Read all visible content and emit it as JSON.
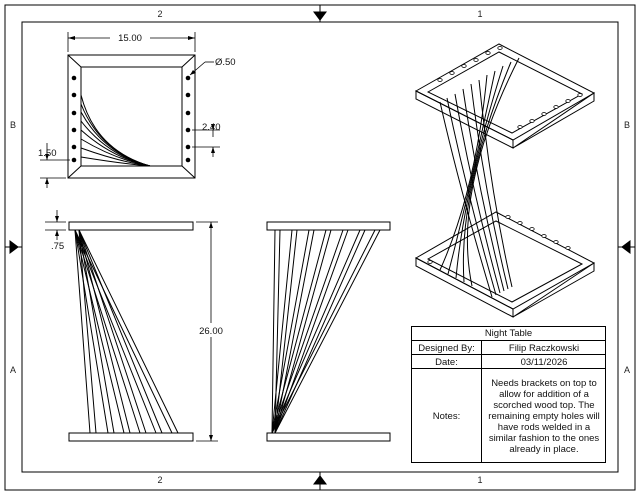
{
  "border": {
    "top_zones": [
      "2",
      "1"
    ],
    "bottom_zones": [
      "2",
      "1"
    ],
    "side_zones": [
      "B",
      "A"
    ]
  },
  "dimensions": {
    "width": "15.00",
    "hole_dia": "Ø.50",
    "hole_spacing": "2.40",
    "bottom_offset": "1.50",
    "frame_thickness": ".75",
    "height": "26.00"
  },
  "title_block": {
    "title": "Night Table",
    "designed_by_label": "Designed By:",
    "designed_by": "Filip Raczkowski",
    "date_label": "Date:",
    "date": "03/11/2026",
    "notes_label": "Notes:",
    "notes": "Needs brackets on top to allow for addition of a scorched wood top. The remaining empty holes will have rods welded in a similar fashion to the ones already in place."
  }
}
